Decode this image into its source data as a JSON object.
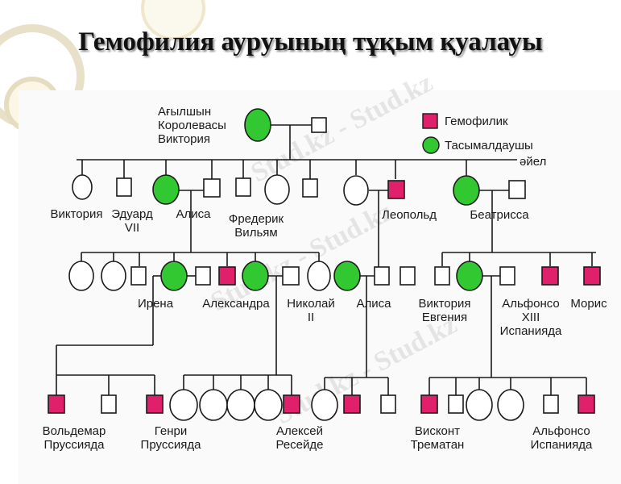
{
  "title": "Гемофилия ауруының тұқым қуалауы",
  "watermark": "Stud.kz - Stud.kz",
  "legend": {
    "hemophiliac": "Гемофилик",
    "carrier_line1": "Тасымалдаушы",
    "carrier_line2": "әйел"
  },
  "colors": {
    "hemophiliac": "#e0206a",
    "carrier": "#32c832",
    "line": "#1a1a1a"
  },
  "people": {
    "victoria": {
      "l1": "Ағылшын",
      "l2": "Королевасы",
      "l3": "Виктория"
    },
    "g2_victoria": "Виктория",
    "g2_edward": {
      "l1": "Эдуард",
      "l2": "VII"
    },
    "g2_alice": "Алиса",
    "g2_frederick": {
      "l1": "Фредерик",
      "l2": "Вильям"
    },
    "g2_leopold": "Леопольд",
    "g2_beatrice": "Беатрисса",
    "g3_irene": "Ирена",
    "g3_alexandra": "Александра",
    "g3_nicholas": {
      "l1": "Николай",
      "l2": "II"
    },
    "g3_alice": "Алиса",
    "g3_victoria_eugenie": {
      "l1": "Виктория",
      "l2": "Евгения"
    },
    "g3_alfonso": {
      "l1": "Альфонсо",
      "l2": "XIII",
      "l3": "Испанияда"
    },
    "g3_maurice": "Морис",
    "g4_waldemar": {
      "l1": "Вольдемар",
      "l2": "Пруссияда"
    },
    "g4_henry": {
      "l1": "Генри",
      "l2": "Пруссияда"
    },
    "g4_alexei": {
      "l1": "Алексей",
      "l2": "Ресейде"
    },
    "g4_viscount": {
      "l1": "Висконт",
      "l2": "Трематан"
    },
    "g4_alfonso": {
      "l1": "Альфонсо",
      "l2": "Испанияда"
    }
  }
}
